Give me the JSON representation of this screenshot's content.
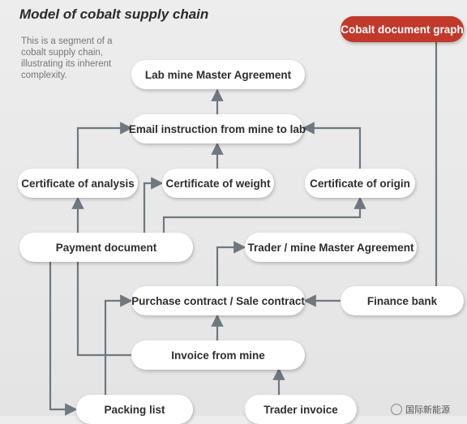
{
  "title": "Model of cobalt supply chain",
  "description": "This is a segment of a cobalt supply chain, illustrating its inherent complexity.",
  "badge": "Cobalt document graph",
  "colors": {
    "accent": "#c0392b",
    "connector": "#6f7880",
    "node_bg": "#ffffff"
  },
  "nodes": {
    "lab_mine_master_agreement": "Lab mine Master Agreement",
    "email_instruction": "Email instruction from mine to lab",
    "certificate_of_analysis": "Certificate of analysis",
    "certificate_of_weight": "Certificate of weight",
    "certificate_of_origin": "Certificate of origin",
    "payment_document": "Payment document",
    "trader_mine_master_agreement": "Trader / mine Master Agreement",
    "purchase_sale_contract": "Purchase contract / Sale contract",
    "finance_bank": "Finance bank",
    "invoice_from_mine": "Invoice from mine",
    "packing_list": "Packing list",
    "trader_invoice": "Trader invoice"
  },
  "watermark": {
    "icon": "wechat-icon",
    "text": "国际新能源"
  }
}
